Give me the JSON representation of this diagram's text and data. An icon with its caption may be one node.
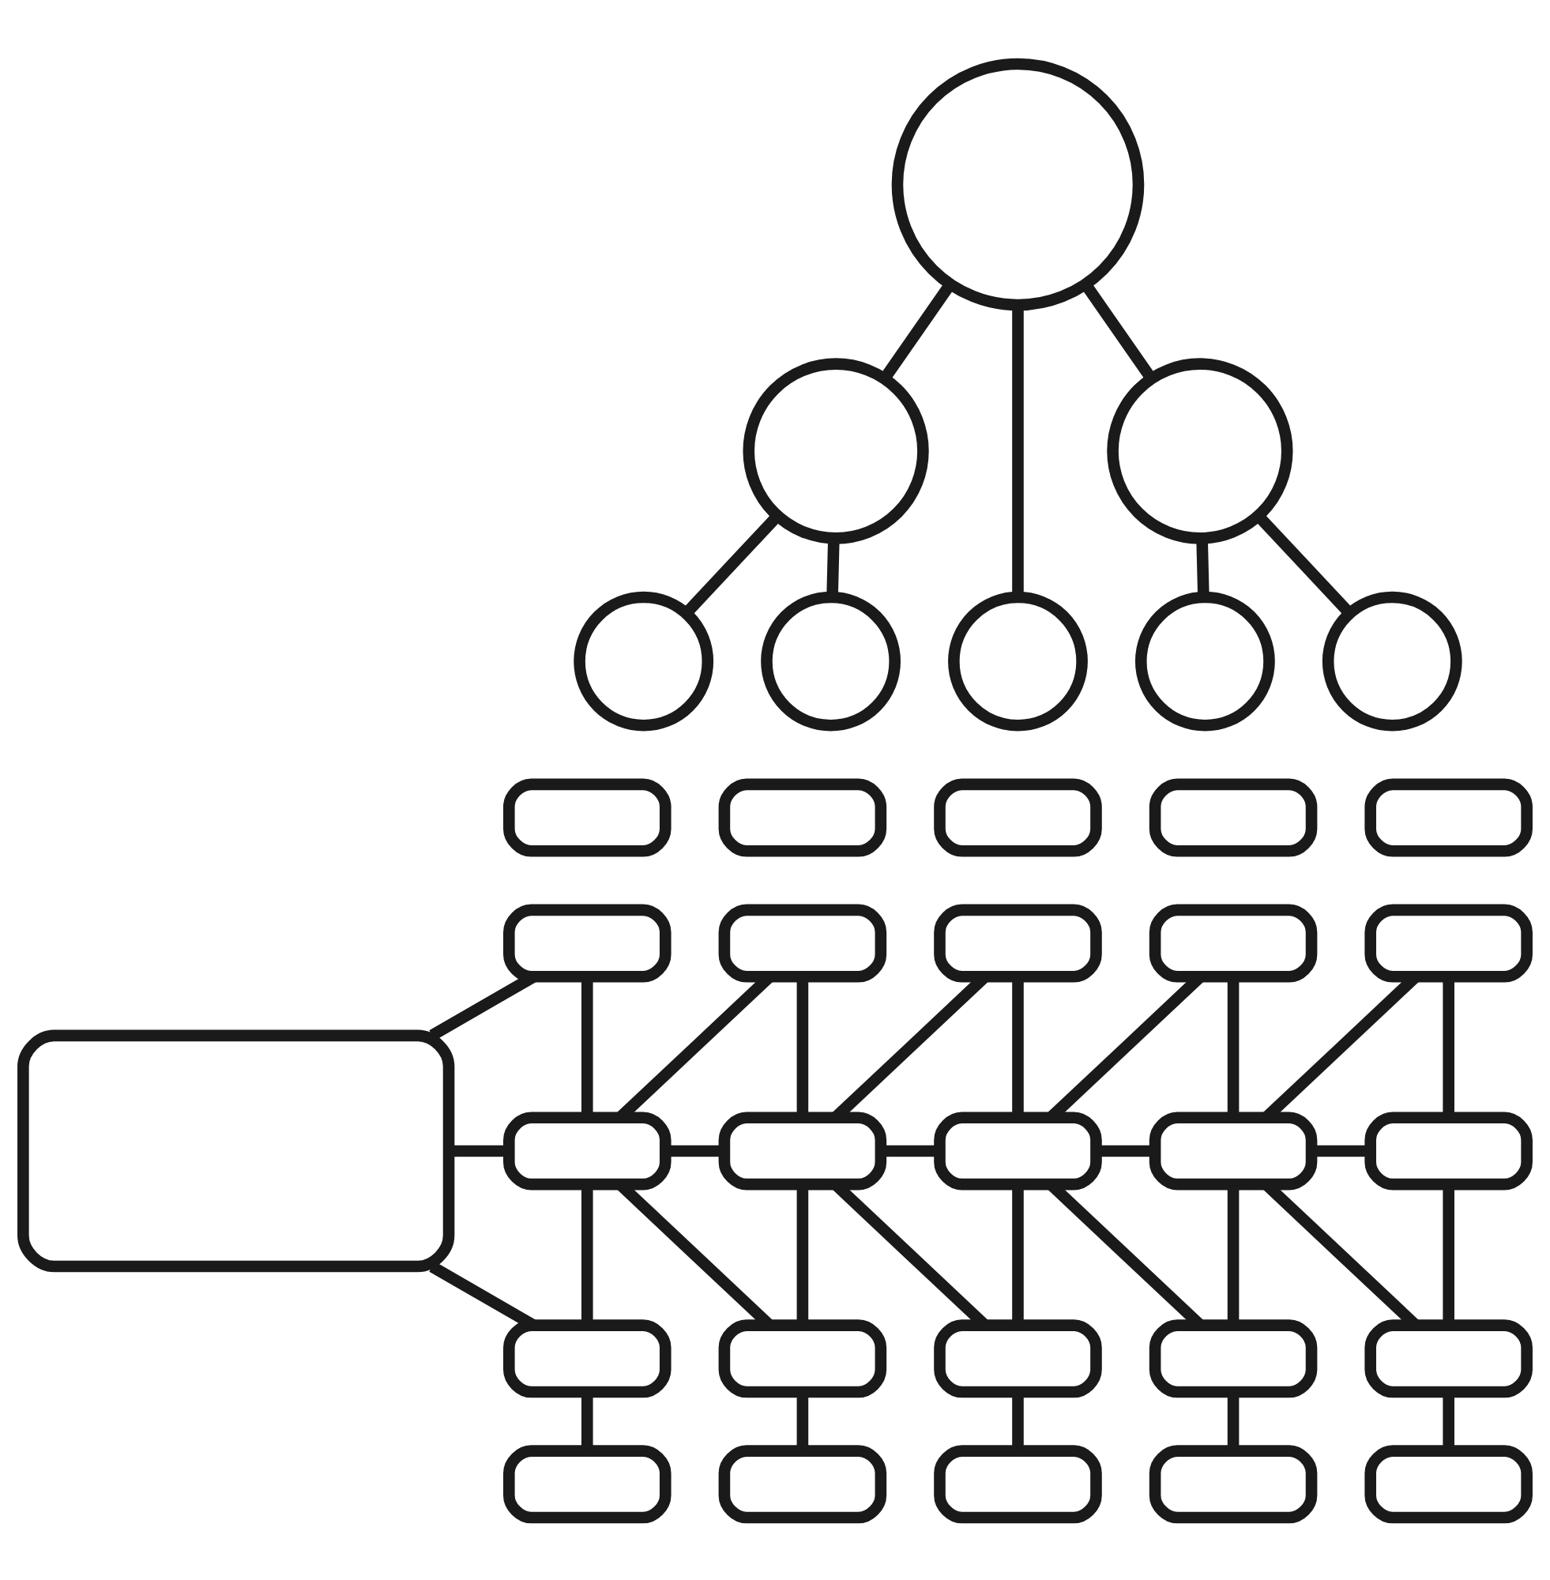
{
  "diagram": {
    "nodes": [
      {
        "text": [],
        "shape": "circle"
      },
      {
        "text": [],
        "shape": "circle"
      },
      {
        "text": [],
        "shape": "circle"
      },
      {
        "text": [],
        "shape": "circle"
      },
      {
        "text": [],
        "shape": "circle"
      },
      {
        "text": [],
        "shape": "circle"
      },
      {
        "text": [],
        "shape": "circle"
      },
      {
        "text": [],
        "shape": "circle"
      },
      {
        "text": [],
        "shape": "box"
      },
      {
        "text": [],
        "shape": "box"
      },
      {
        "text": [],
        "shape": "box"
      },
      {
        "text": [],
        "shape": "box"
      },
      {
        "text": [],
        "shape": "box"
      },
      {
        "text": [],
        "shape": "box"
      },
      {
        "text": [],
        "shape": "box"
      },
      {
        "text": [],
        "shape": "box"
      },
      {
        "text": [],
        "shape": "box"
      },
      {
        "text": [],
        "shape": "box"
      },
      {
        "text": [],
        "shape": "box"
      },
      {
        "text": [],
        "shape": "box"
      },
      {
        "text": [],
        "shape": "box"
      },
      {
        "text": [],
        "shape": "box"
      },
      {
        "text": [],
        "shape": "box"
      },
      {
        "text": [],
        "shape": "box"
      },
      {
        "text": [],
        "shape": "box"
      },
      {
        "text": [],
        "shape": "box"
      },
      {
        "text": [],
        "shape": "box"
      },
      {
        "text": [],
        "shape": "box"
      },
      {
        "text": [],
        "shape": "box"
      },
      {
        "text": [],
        "shape": "box"
      },
      {
        "text": [],
        "shape": "box"
      },
      {
        "text": [],
        "shape": "box"
      },
      {
        "text": [],
        "shape": "box"
      },
      {
        "text": [],
        "shape": "box"
      }
    ],
    "edges": [
      {
        "from": 0,
        "to": 1,
        "arrow": "none"
      },
      {
        "from": 0,
        "to": 5,
        "arrow": "none"
      },
      {
        "from": 0,
        "to": 2,
        "arrow": "none"
      },
      {
        "from": 1,
        "to": 3,
        "arrow": "none"
      },
      {
        "from": 1,
        "to": 4,
        "arrow": "none"
      },
      {
        "from": 2,
        "to": 6,
        "arrow": "none"
      },
      {
        "from": 2,
        "to": 7,
        "arrow": "none"
      },
      {
        "from": 8,
        "to": 14,
        "arrow": "none"
      },
      {
        "from": 8,
        "to": 19,
        "arrow": "none"
      },
      {
        "from": 8,
        "to": 24,
        "arrow": "none"
      },
      {
        "from": 14,
        "to": 19,
        "arrow": "none"
      },
      {
        "from": 19,
        "to": 24,
        "arrow": "none"
      },
      {
        "from": 24,
        "to": 29,
        "arrow": "none"
      },
      {
        "from": 19,
        "to": 15,
        "arrow": "none"
      },
      {
        "from": 19,
        "to": 20,
        "arrow": "none"
      },
      {
        "from": 19,
        "to": 25,
        "arrow": "none"
      },
      {
        "from": 15,
        "to": 20,
        "arrow": "none"
      },
      {
        "from": 20,
        "to": 25,
        "arrow": "none"
      },
      {
        "from": 25,
        "to": 30,
        "arrow": "none"
      },
      {
        "from": 20,
        "to": 16,
        "arrow": "none"
      },
      {
        "from": 20,
        "to": 21,
        "arrow": "none"
      },
      {
        "from": 20,
        "to": 26,
        "arrow": "none"
      },
      {
        "from": 16,
        "to": 21,
        "arrow": "none"
      },
      {
        "from": 21,
        "to": 26,
        "arrow": "none"
      },
      {
        "from": 26,
        "to": 31,
        "arrow": "none"
      },
      {
        "from": 21,
        "to": 17,
        "arrow": "none"
      },
      {
        "from": 21,
        "to": 22,
        "arrow": "none"
      },
      {
        "from": 21,
        "to": 27,
        "arrow": "none"
      },
      {
        "from": 17,
        "to": 22,
        "arrow": "none"
      },
      {
        "from": 22,
        "to": 27,
        "arrow": "none"
      },
      {
        "from": 27,
        "to": 32,
        "arrow": "none"
      },
      {
        "from": 22,
        "to": 18,
        "arrow": "none"
      },
      {
        "from": 22,
        "to": 23,
        "arrow": "none"
      },
      {
        "from": 22,
        "to": 28,
        "arrow": "none"
      },
      {
        "from": 18,
        "to": 23,
        "arrow": "none"
      },
      {
        "from": 23,
        "to": 28,
        "arrow": "none"
      },
      {
        "from": 28,
        "to": 33,
        "arrow": "none"
      }
    ]
  }
}
